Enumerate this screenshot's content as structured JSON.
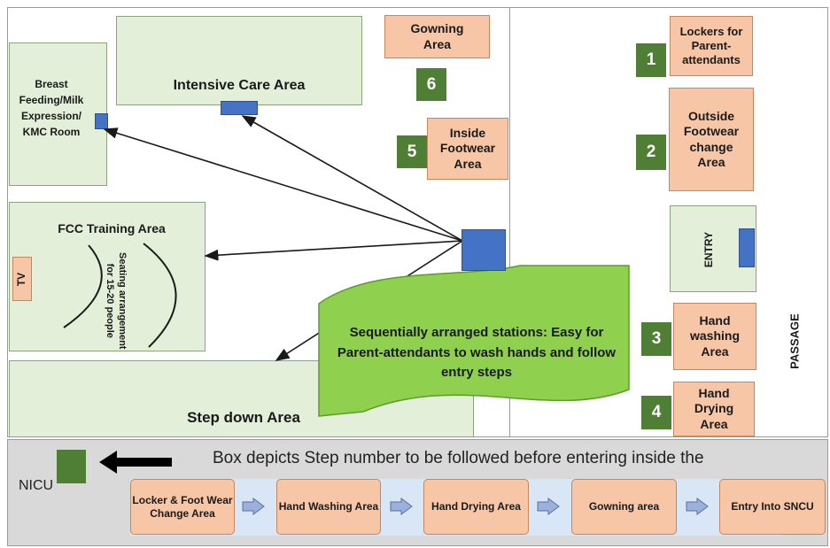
{
  "colors": {
    "room_fill": "#e3efd9",
    "station_fill": "#f6c6a6",
    "step_number_fill": "#4f7f34",
    "marker_blue": "#4472c4",
    "callout_green": "#8fd14f",
    "legend_fill": "#d9d9d9"
  },
  "rooms": {
    "intensive_care": "Intensive Care Area",
    "breast_feeding": "Breast Feeding/Milk Expression/ KMC Room",
    "fcc_training": "FCC Training Area",
    "seating": "Seating arrangement for 15-20 people",
    "tv": "TV",
    "step_down": "Step down Area",
    "entry": "ENTRY",
    "passage": "PASSAGE"
  },
  "stations": {
    "gowning": {
      "label": "Gowning Area",
      "number": "6"
    },
    "inside_footwear": {
      "label": "Inside Footwear Area",
      "number": "5"
    },
    "lockers": {
      "label": "Lockers for Parent-attendants",
      "number": "1"
    },
    "outside_footwear": {
      "label": "Outside Footwear change Area",
      "number": "2"
    },
    "hand_washing": {
      "label": "Hand washing Area",
      "number": "3"
    },
    "hand_drying": {
      "label": "Hand Drying Area",
      "number": "4"
    }
  },
  "callout": "Sequentially arranged stations: Easy for Parent-attendants to wash hands and follow entry steps",
  "legend": {
    "text_line1": "Box depicts Step number to be followed before entering inside the",
    "text_line2": "NICU",
    "steps": [
      "Locker & Foot Wear Change Area",
      "Hand Washing Area",
      "Hand Drying Area",
      "Gowning area",
      "Entry Into SNCU"
    ]
  }
}
